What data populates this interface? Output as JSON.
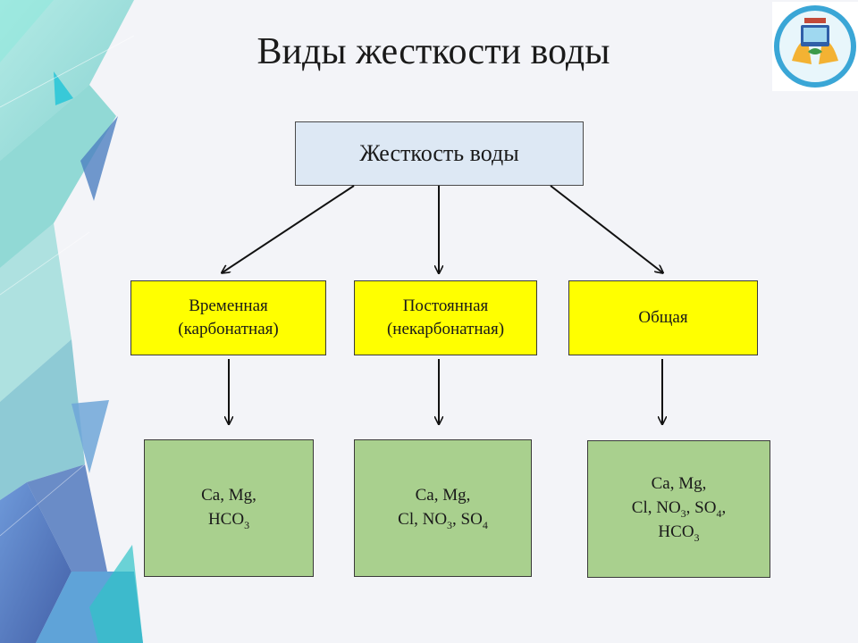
{
  "title": "Виды жесткости воды",
  "root": "Жесткость воды",
  "categories": [
    {
      "lines": [
        "Временная",
        "(карбонатная)"
      ]
    },
    {
      "lines": [
        "Постоянная",
        "(некарбонатная)"
      ]
    },
    {
      "lines": [
        "Общая"
      ]
    }
  ],
  "ions": [
    {
      "lines": [
        [
          "Ca, Mg,"
        ],
        [
          "HCO",
          "3"
        ]
      ]
    },
    {
      "lines": [
        [
          "Ca, Mg,"
        ],
        [
          "Cl, NO",
          "3",
          ", SO",
          "4"
        ]
      ]
    },
    {
      "lines": [
        [
          "Ca, Mg,"
        ],
        [
          "Cl, NO",
          "3",
          ", SO",
          "4",
          ","
        ],
        [
          "HCO",
          "3"
        ]
      ]
    }
  ],
  "colors": {
    "root_fill": "#dde8f4",
    "category_fill": "#ffff00",
    "ion_fill": "#a9d08e",
    "decor_teal": "#4fd1c0",
    "decor_blue": "#4a6fc4"
  },
  "logo_icon": "hands-holding-monitor-emblem"
}
